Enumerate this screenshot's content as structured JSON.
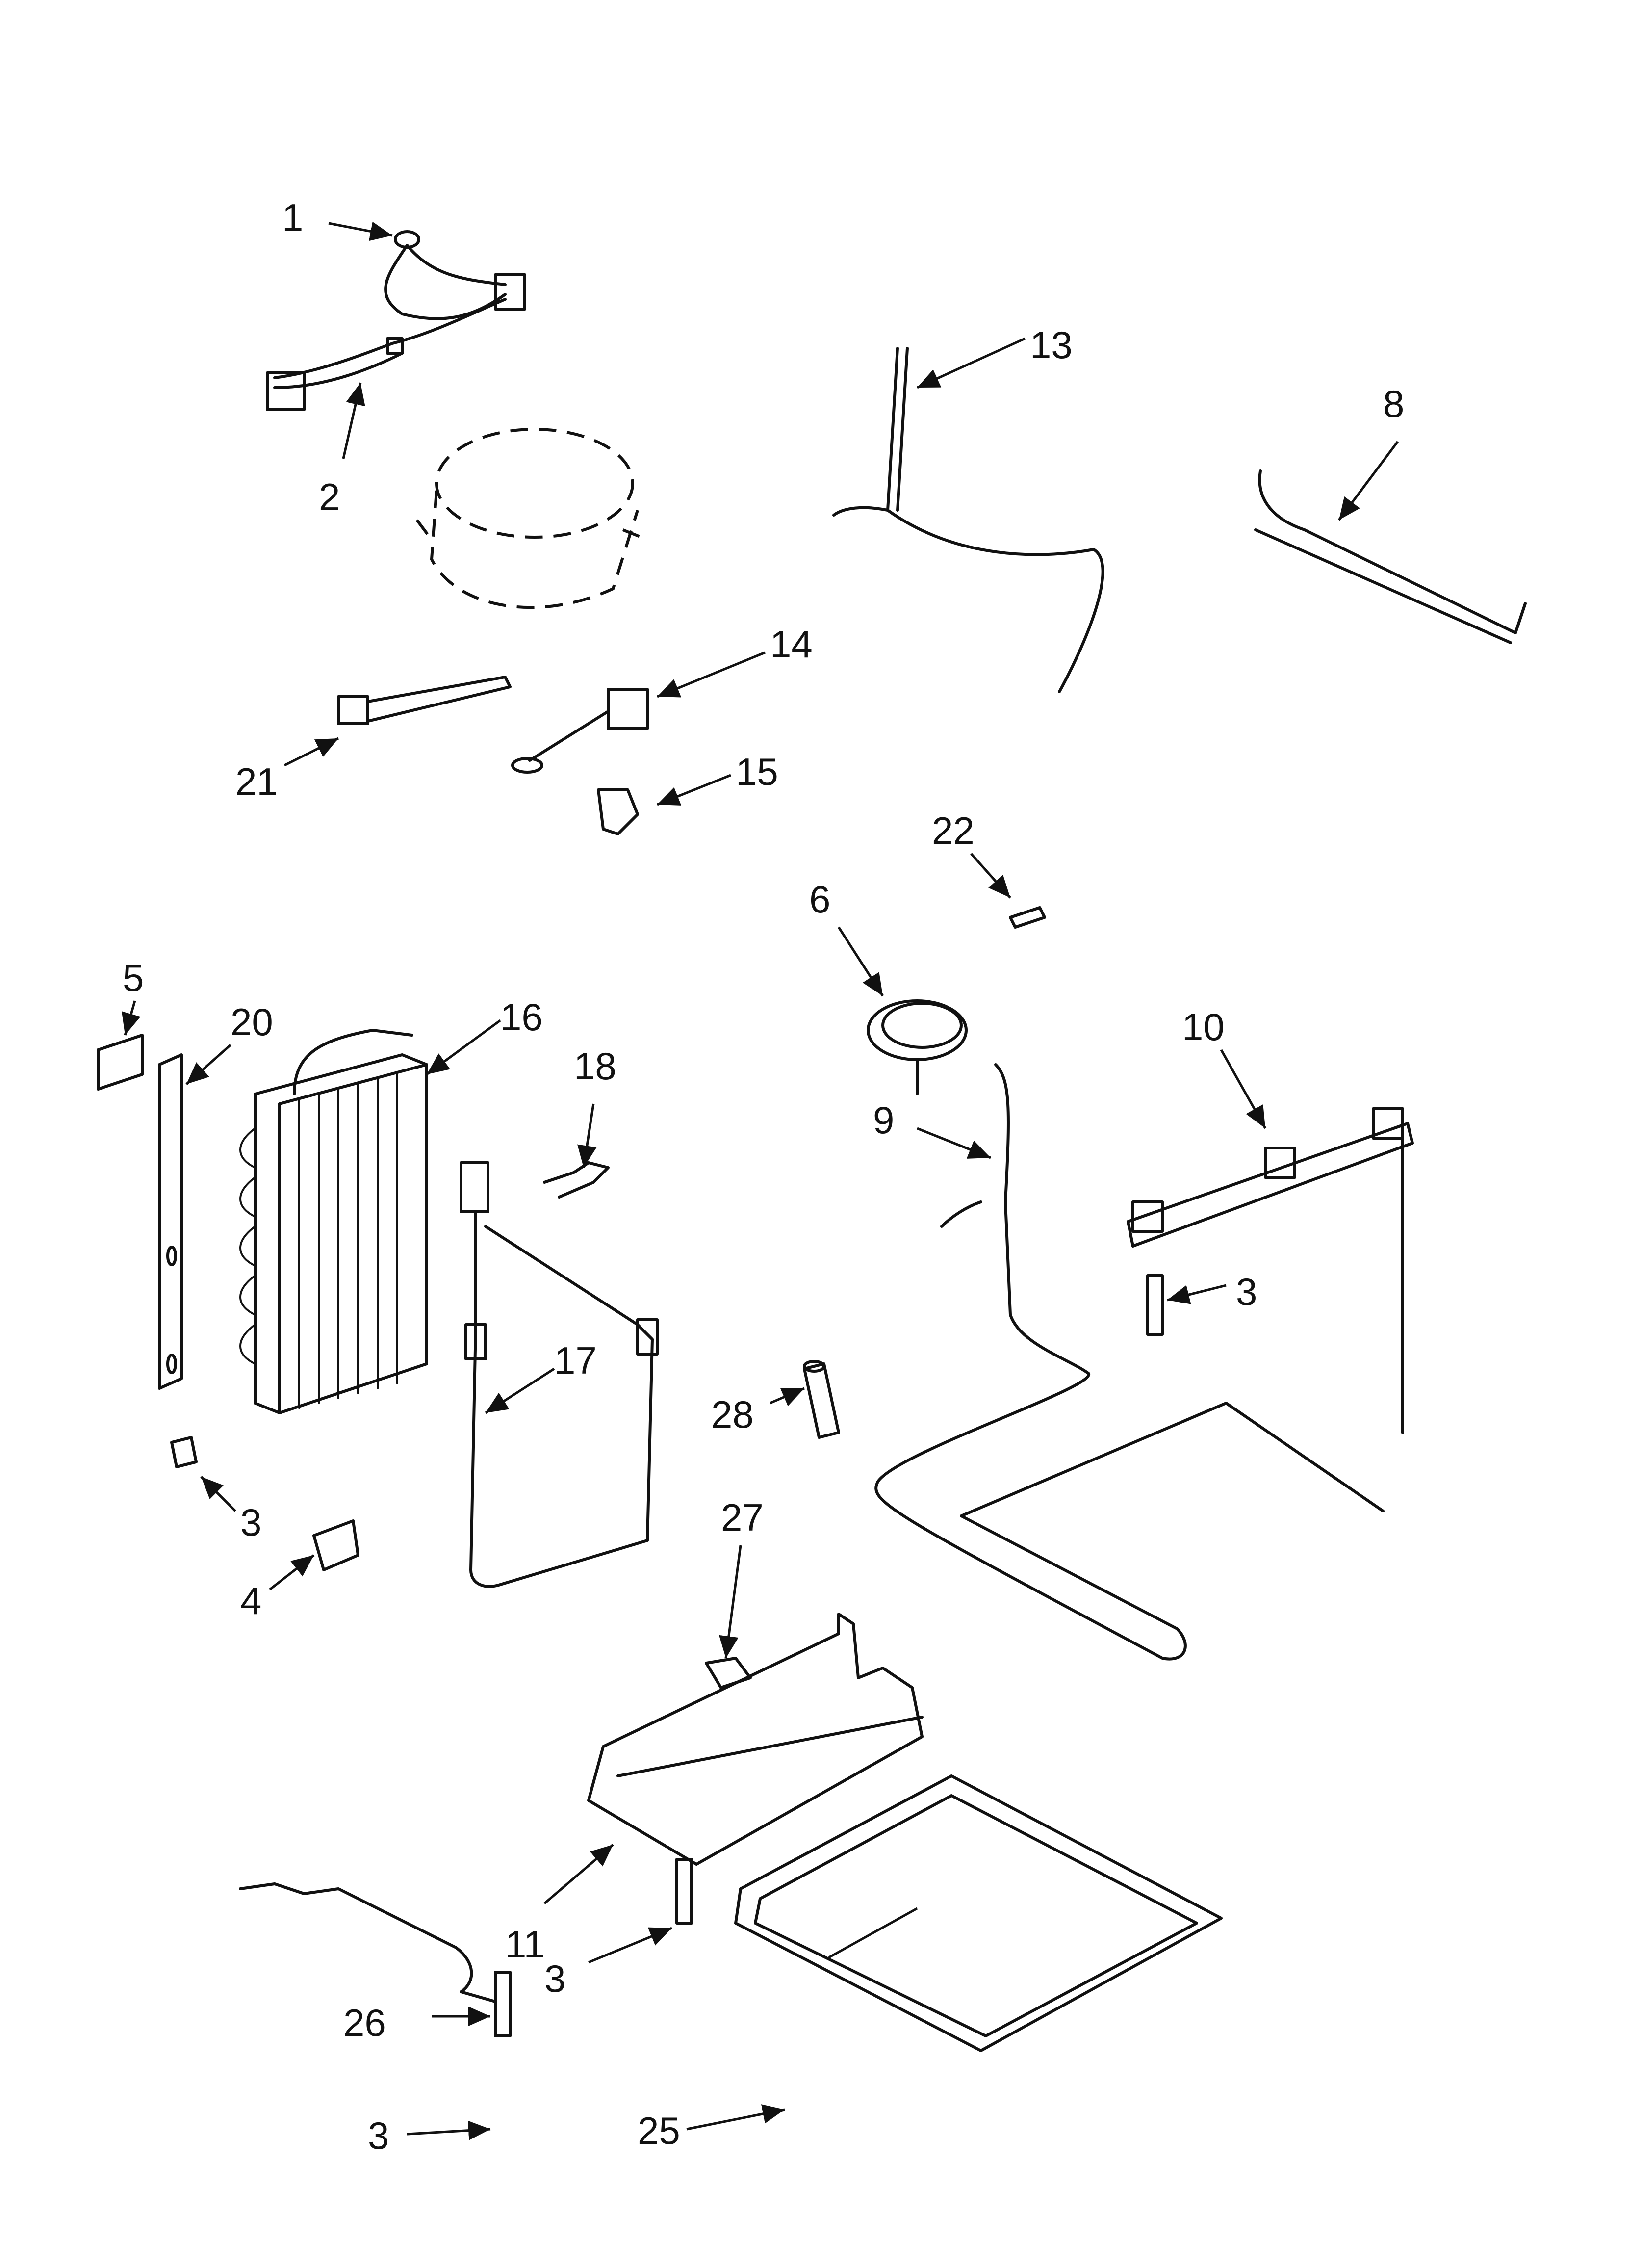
{
  "callouts": [
    {
      "id": "c1",
      "label": "1"
    },
    {
      "id": "c2",
      "label": "2"
    },
    {
      "id": "c13",
      "label": "13"
    },
    {
      "id": "c8",
      "label": "8"
    },
    {
      "id": "c14",
      "label": "14"
    },
    {
      "id": "c21",
      "label": "21"
    },
    {
      "id": "c15",
      "label": "15"
    },
    {
      "id": "c22",
      "label": "22"
    },
    {
      "id": "c6",
      "label": "6"
    },
    {
      "id": "c5",
      "label": "5"
    },
    {
      "id": "c20",
      "label": "20"
    },
    {
      "id": "c16",
      "label": "16"
    },
    {
      "id": "c18",
      "label": "18"
    },
    {
      "id": "c10",
      "label": "10"
    },
    {
      "id": "c9",
      "label": "9"
    },
    {
      "id": "c3a",
      "label": "3"
    },
    {
      "id": "c17",
      "label": "17"
    },
    {
      "id": "c28",
      "label": "28"
    },
    {
      "id": "c3b",
      "label": "3"
    },
    {
      "id": "c4",
      "label": "4"
    },
    {
      "id": "c27",
      "label": "27"
    },
    {
      "id": "c11",
      "label": "11"
    },
    {
      "id": "c3c",
      "label": "3"
    },
    {
      "id": "c26",
      "label": "26"
    },
    {
      "id": "c25",
      "label": "25"
    },
    {
      "id": "c3d",
      "label": "3"
    }
  ],
  "colors": {
    "line": "#111111",
    "background": "#ffffff"
  }
}
